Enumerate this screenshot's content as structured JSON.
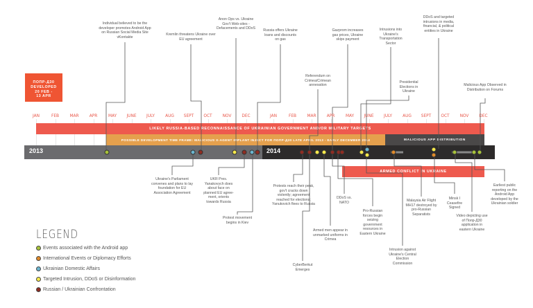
{
  "colors": {
    "android": "#a8c23a",
    "international": "#e08a2a",
    "domestic": "#6bb5cf",
    "intrusion": "#f5e84b",
    "confrontation": "#8f2c22",
    "red_bar": "#ee5a4e",
    "orange_bar": "#e5a04d",
    "dark": "#2d2b2b",
    "gray": "#6b6b6e"
  },
  "dev_box": {
    "line1": "ПОПР-Д30",
    "line2": "DEVELOPED",
    "line3": "20 FEB -",
    "line4": "13 APR"
  },
  "years": {
    "y2013": "2013",
    "y2014": "2014"
  },
  "months_2013": [
    "JAN",
    "FEB",
    "MAR",
    "APR",
    "MAY",
    "JUNE",
    "JULY",
    "AUG",
    "SEPT",
    "OCT",
    "NOV",
    "DEC"
  ],
  "months_2014": [
    "JAN",
    "FEB",
    "MAR",
    "APR",
    "MAY",
    "JUNE",
    "JULY",
    "AUG",
    "SEPT",
    "OCT",
    "NOV",
    "DEC"
  ],
  "bars": {
    "recon": "LIKELY RUSSIA-BASED RECONNAISSANCE OF UKRAINIAN GOVERNMENT AND/OR MILITARY TARGETS",
    "dev": "POSSIBLE DEVELOPMENT TIME FRAME: MALICIOUS X-AGENT IMPLANT INJECT FOR ПОПР-Д30 LATE APRIL 2013 - EARLY DECEMBER 2014",
    "distribution": "MALICIOUS APP DISTRIBUTION",
    "conflict": "ARMED CONFLICT IN UKRAINE"
  },
  "events_top": [
    "Individual believed to be the developer promotes Android App on Russian Social Media Site vKontakte",
    "Kremlin threatens Ukraine over EU agreement",
    "Anon Ops vs. Ukraine Gov't Web-sites - Defacements and DDoS",
    "Russia offers Ukraine loans and discounts on gas",
    "Referendum on Crimea/Crimean annexation",
    "Gazprom increases gas prices, Ukraine skips payment",
    "Intrusions into Ukraine's Transportation Sector",
    "Presidential Elections in Ukraine",
    "DDoS and targeted intrusions in media, financial, & political entities in Ukraine",
    "Malicious App Observed in Distribution on Forums"
  ],
  "events_bottom": [
    "Ukraine's Parliament convenes and plans to lay foundation for EU Association Agreement",
    "UKR Pres. Yanakovych does about face on planned EU agree-ment, orients towards Russia",
    "Protest movement begins in Kiev",
    "Protests reach their peak, gov't cracks down violently; agreement reached for elections; Yanukovich flees to Russia",
    "CyberBerkut Emerges",
    "Armed men appear in unmarked uniforms in Crimea",
    "DDoS vs. NATO",
    "Pro-Russian forces begin seizing government resources in Eastern Ukraine",
    "Intrusion against Ukraine's Central Election Commission",
    "Malaysia Air Flight MH17 destroyed by pro-Russian Separatists",
    "Minsk I Ceasefire Signed",
    "Video depicting use of Попр-Д30 application in eastern Ukraine",
    "Earliest public reporting on the Android App developed by the Ukrainian soldier"
  ],
  "dots": [
    {
      "year": 2013,
      "month": 3.7,
      "cat": "android",
      "row": 0
    },
    {
      "year": 2013,
      "month": 8.2,
      "cat": "domestic",
      "row": 0
    },
    {
      "year": 2013,
      "month": 8.6,
      "cat": "confrontation",
      "row": 0
    },
    {
      "year": 2013,
      "month": 10.4,
      "cat": "intrusion",
      "row": 0
    },
    {
      "year": 2013,
      "month": 10.9,
      "cat": "confrontation",
      "row": 0
    },
    {
      "year": 2013,
      "month": 11.3,
      "cat": "domestic",
      "row": 0
    },
    {
      "year": 2013,
      "month": 11.6,
      "cat": "confrontation",
      "row": 0
    },
    {
      "year": 2014,
      "month": 1.5,
      "cat": "confrontation",
      "row": 0
    },
    {
      "year": 2014,
      "month": 1.9,
      "cat": "confrontation",
      "row": 0
    },
    {
      "year": 2014,
      "month": 2.3,
      "cat": "intrusion",
      "row": 0
    },
    {
      "year": 2014,
      "month": 2.65,
      "cat": "intrusion",
      "row": 0
    },
    {
      "year": 2014,
      "month": 3.1,
      "cat": "confrontation",
      "row": 0
    },
    {
      "year": 2014,
      "month": 3.4,
      "cat": "confrontation",
      "row": 0
    },
    {
      "year": 2014,
      "month": 3.6,
      "cat": "confrontation",
      "row": 0
    },
    {
      "year": 2014,
      "month": 4.6,
      "cat": "intrusion",
      "row": 0
    },
    {
      "year": 2014,
      "month": 4.9,
      "cat": "domestic",
      "row": -1
    },
    {
      "year": 2014,
      "month": 4.9,
      "cat": "intrusion",
      "row": 1
    },
    {
      "year": 2014,
      "month": 6.3,
      "cat": "international",
      "row": 0
    },
    {
      "year": 2014,
      "month": 8.4,
      "cat": "intrusion",
      "row": -1
    },
    {
      "year": 2014,
      "month": 8.4,
      "cat": "international",
      "row": 1
    },
    {
      "year": 2014,
      "month": 9.5,
      "cat": "android",
      "row": 0
    },
    {
      "year": 2014,
      "month": 10.5,
      "cat": "android",
      "row": 0
    },
    {
      "year": 2014,
      "month": 10.8,
      "cat": "android",
      "row": 0
    }
  ],
  "legend": {
    "title": "LEGEND",
    "items": [
      {
        "cat": "android",
        "label": "Events associated with the Android app"
      },
      {
        "cat": "international",
        "label": "International Events or Diplomacy Efforts"
      },
      {
        "cat": "domestic",
        "label": "Ukrainian Domestic Affairs"
      },
      {
        "cat": "intrusion",
        "label": "Targeted Intrusion, DDoS or Disinformation"
      },
      {
        "cat": "confrontation",
        "label": "Russian / Ukrainian Confrontation"
      }
    ]
  }
}
